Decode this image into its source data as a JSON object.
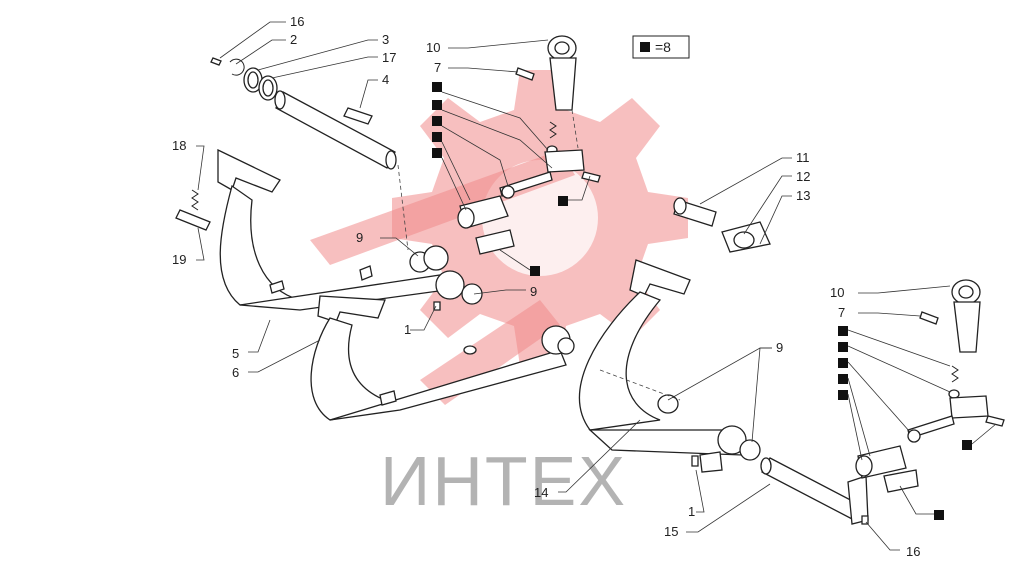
{
  "quantity_note": {
    "text": "=8"
  },
  "watermark": {
    "text": "ИНТЕХ",
    "logo_color": "#f08a8a"
  },
  "callouts": [
    "16",
    "2",
    "3",
    "17",
    "4",
    "10",
    "7",
    "18",
    "19",
    "9",
    "9",
    "1",
    "5",
    "6",
    "11",
    "12",
    "13",
    "10",
    "7",
    "9",
    "14",
    "1",
    "15",
    "16"
  ]
}
